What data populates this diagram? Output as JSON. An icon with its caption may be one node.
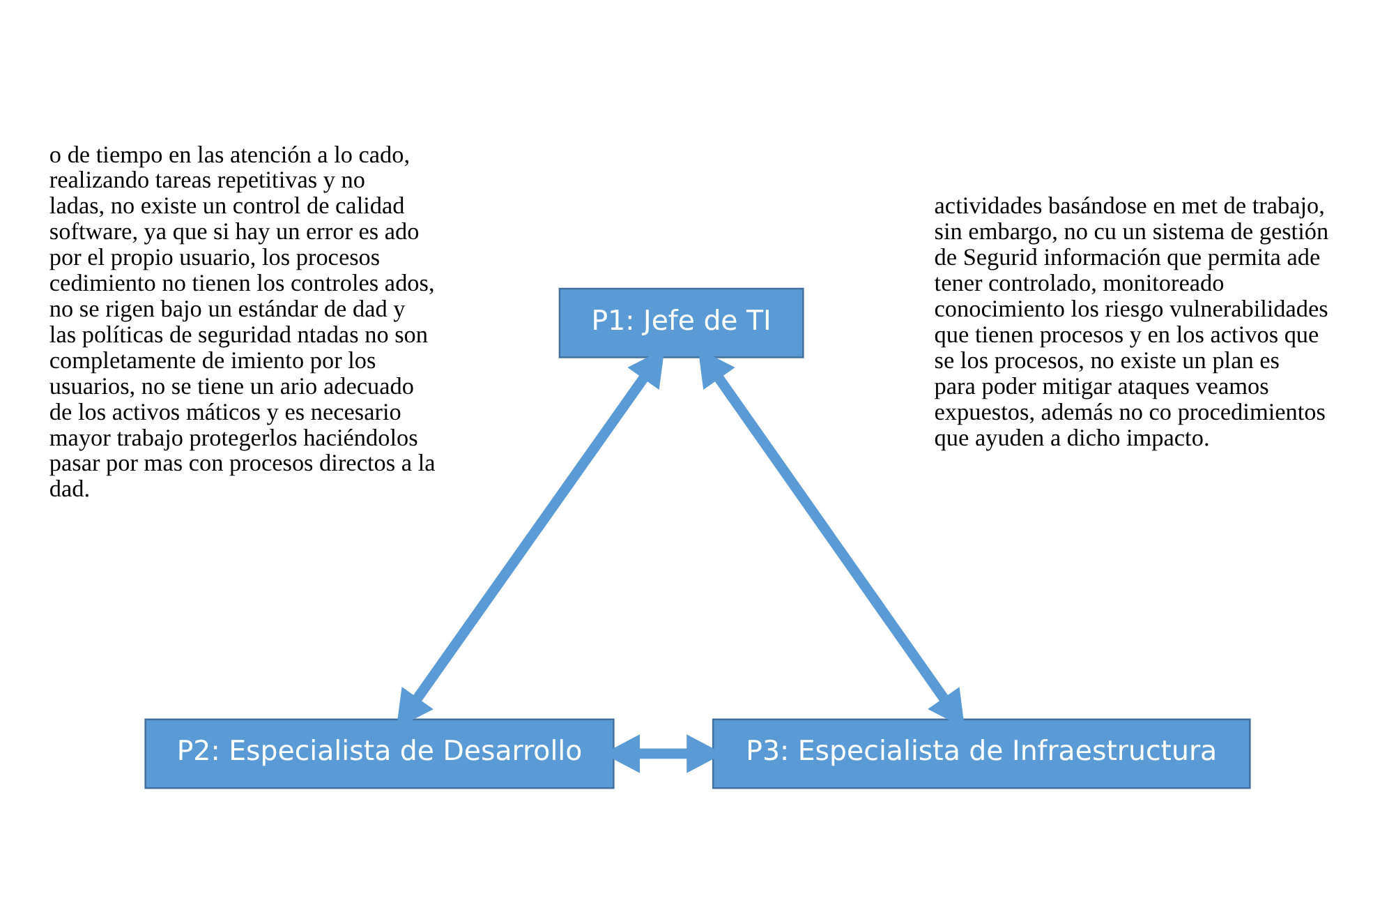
{
  "diagram": {
    "nodes": [
      {
        "text": [
          "P1: Jefe de TI"
        ]
      },
      {
        "text": [
          "P2: Especialista de Desarrollo"
        ]
      },
      {
        "text": [
          "P3: Especialista de Infraestructura"
        ]
      }
    ],
    "edges": [
      {
        "from": 0,
        "to": 1,
        "arrow": "both"
      },
      {
        "from": 0,
        "to": 2,
        "arrow": "both"
      },
      {
        "from": 1,
        "to": 2,
        "arrow": "both"
      }
    ],
    "labels": [
      "o de tiempo en las atención a lo cado, realizando tareas repetitivas y no ladas, no existe un control de calidad software, ya que si hay un error es ado por el propio usuario, los procesos cedimiento no tienen los controles ados, no se rigen bajo un estándar de dad y las políticas de seguridad ntadas no son completamente de imiento por los usuarios, no se tiene un ario adecuado de los activos máticos y es necesario mayor trabajo protegerlos haciéndolos pasar por mas con procesos directos a la dad.",
      "actividades basándose en met de trabajo, sin embargo, no cu un sistema de gestión de Segurid información que permita ade tener controlado, monitoreado conocimiento los riesgo vulnerabilidades que tienen procesos y en los activos que se los procesos, no existe un plan es para poder mitigar ataques veamos expuestos, además no co procedimientos que ayuden a dicho impacto."
    ]
  }
}
